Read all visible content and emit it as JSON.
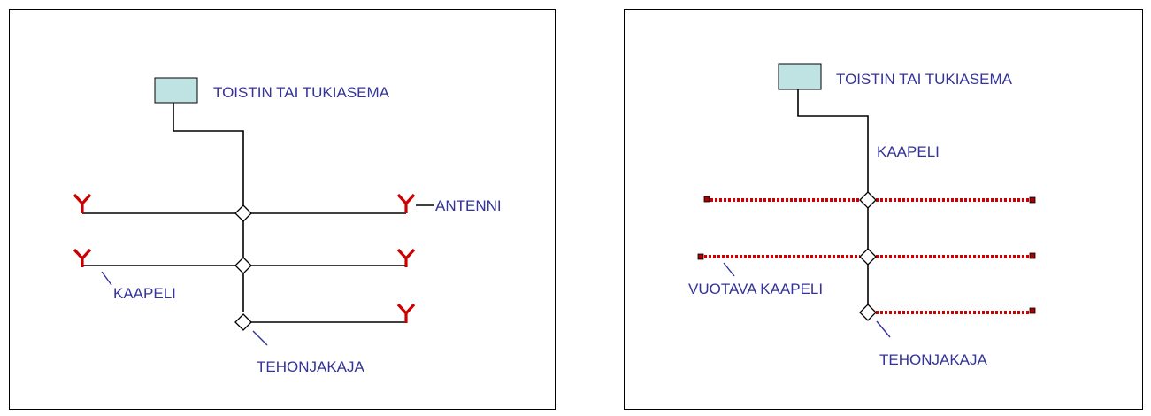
{
  "diagrams": [
    {
      "station_label": "TOISTIN TAI TUKIASEMA",
      "antenna_label": "ANTENNI",
      "cable_label": "KAAPELI",
      "splitter_label": "TEHONJAKAJA"
    },
    {
      "station_label": "TOISTIN TAI TUKIASEMA",
      "cable_label": "KAAPELI",
      "leaky_cable_label": "VUOTAVA KAAPELI",
      "splitter_label": "TEHONJAKAJA"
    }
  ],
  "colors": {
    "label": "#333399",
    "antenna": "#cc0000",
    "leaky_cable": "#cc0000",
    "station_fill": "#bfe3e3",
    "line": "#000000"
  }
}
